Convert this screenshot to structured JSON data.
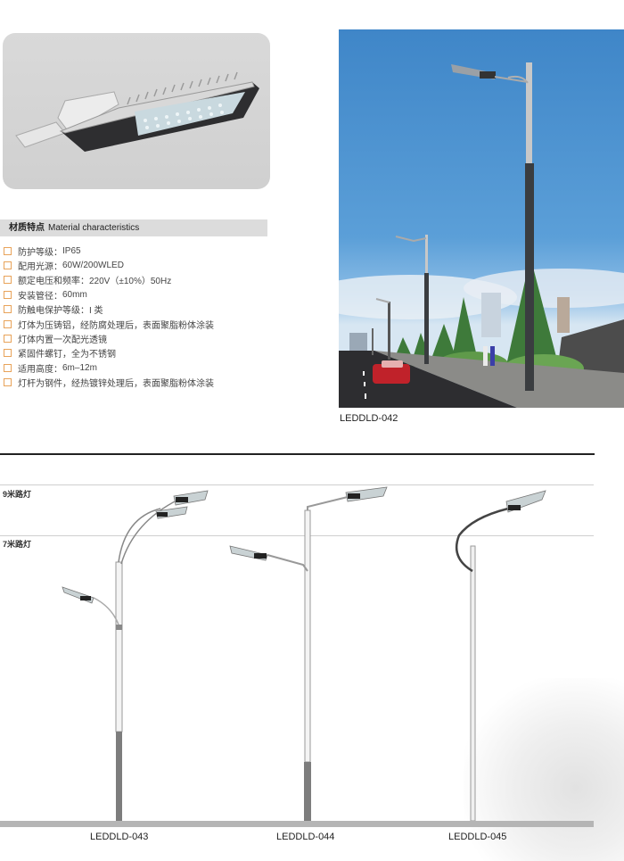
{
  "product_photo": {
    "alt": "LED street light fixture"
  },
  "specs": {
    "header_cn": "材质特点",
    "header_en": "Material characteristics",
    "items": [
      {
        "label": "防护等级：",
        "value": "IP65"
      },
      {
        "label": "配用光源：",
        "value": "60W/200WLED"
      },
      {
        "label": "额定电压和频率：",
        "value": "220V（±10%）50Hz"
      },
      {
        "label": "安装管径：",
        "value": "60mm"
      },
      {
        "label": "防触电保护等级：",
        "value": "I 类"
      },
      {
        "label": "灯体为压铸铝，经防腐处理后，表面聚脂粉体涂装",
        "value": ""
      },
      {
        "label": "灯体内置一次配光透镜",
        "value": ""
      },
      {
        "label": "紧固件螺钉，全为不锈钢",
        "value": ""
      },
      {
        "label": "适用高度：",
        "value": "6m–12m"
      },
      {
        "label": "灯杆为钢件，经热镀锌处理后，表面聚脂粉体涂装",
        "value": ""
      }
    ]
  },
  "scene": {
    "caption": "LEDDLD-042"
  },
  "height_guides": {
    "nine_m": "9米路灯",
    "seven_m": "7米路灯"
  },
  "models": [
    {
      "code": "LEDDLD-043"
    },
    {
      "code": "LEDDLD-044"
    },
    {
      "code": "LEDDLD-045"
    }
  ],
  "colors": {
    "checkbox_border": "#e8a35a",
    "sky": "#4a8fcf",
    "pole_dark": "#3a3d40",
    "header_bg": "#dcdcdc"
  }
}
